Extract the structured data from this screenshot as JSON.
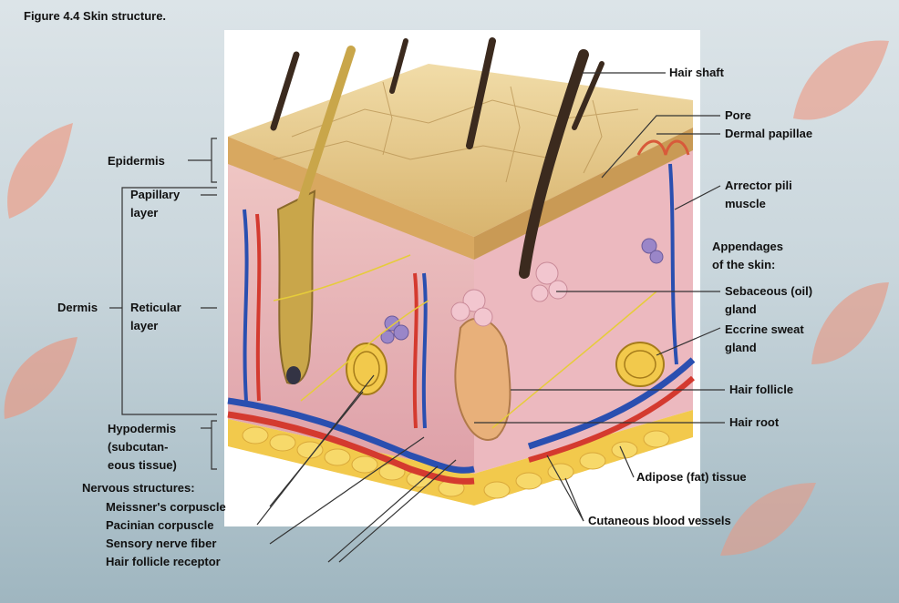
{
  "figure": {
    "title": "Figure 4.4   Skin structure."
  },
  "labels_left": {
    "epidermis": "Epidermis",
    "papillary": "Papillary",
    "papillary_2": "layer",
    "dermis": "Dermis",
    "reticular": "Reticular",
    "reticular_2": "layer",
    "hypodermis": "Hypodermis",
    "hypodermis_2": "(subcutan-",
    "hypodermis_3": "eous tissue)",
    "nervous": "Nervous structures:",
    "meissner": "Meissner's corpuscle",
    "pacinian": "Pacinian corpuscle",
    "sensory": "Sensory nerve fiber",
    "hair_receptor": "Hair follicle receptor"
  },
  "labels_right": {
    "hair_shaft": "Hair shaft",
    "pore": "Pore",
    "dermal_papillae": "Dermal papillae",
    "arrector": "Arrector pili",
    "arrector_2": "muscle",
    "appendages": "Appendages",
    "appendages_2": "of the skin:",
    "sebaceous": "Sebaceous (oil)",
    "sebaceous_2": "gland",
    "eccrine": "Eccrine sweat",
    "eccrine_2": "gland",
    "hair_follicle": "Hair follicle",
    "hair_root": "Hair root",
    "adipose": "Adipose (fat) tissue",
    "cutaneous": "Cutaneous blood vessels"
  },
  "colors": {
    "epidermis": "#d8b46e",
    "dermis": "#e8b3b8",
    "fat": "#f2c94c",
    "artery": "#d43a2f",
    "vein": "#2a4fb0",
    "hair": "#3b2a1e"
  }
}
